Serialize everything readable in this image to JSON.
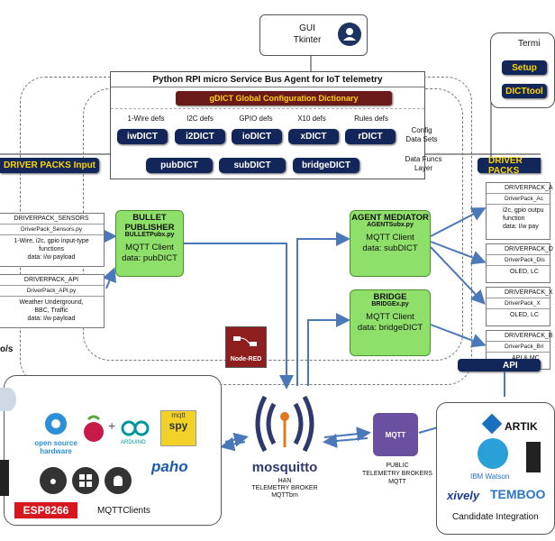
{
  "gui": {
    "title_line1": "GUI",
    "title_line2": "Tkinter"
  },
  "agent": {
    "title": "Python RPI micro Service Bus Agent for IoT telemetry",
    "gdict": "gDICT Global Configuration Dictionary",
    "config_headers": [
      "1-Wire defs",
      "I2C defs",
      "GPIO defs",
      "X10 defs",
      "Rules defs"
    ],
    "config_dicts": [
      "iwDICT",
      "i2DICT",
      "ioDICT",
      "xDICT",
      "rDICT"
    ],
    "config_label": [
      "Config",
      "Data Sets"
    ],
    "func_dicts": [
      "pubDICT",
      "subDICT",
      "bridgeDICT"
    ],
    "func_label": [
      "Data Funcs",
      "Layer"
    ]
  },
  "terminal": {
    "title": "Termi",
    "btn1": "Setup",
    "btn2": "DICTtool"
  },
  "driver_packs_input": "DRIVER PACKS Input",
  "driver_packs_output": "DRIVER PACKS",
  "left_packs": [
    {
      "h1": "DRIVERPACK_SENSORS",
      "h2": "DriverPack_Sensors.py",
      "d": [
        "1-Wire, i2c, gpio input-type",
        "functions",
        "data: I/w payload"
      ]
    },
    {
      "h1": "DRIVERPACK_API",
      "h2": "DriverPack_API.py",
      "d": [
        "Weather Underground,",
        "BBC, Traffic",
        "data: I/w payload"
      ]
    }
  ],
  "right_packs": [
    {
      "h1": "DRIVERPACK_A",
      "h2": "DriverPack_Ac",
      "d": [
        "i2c, gpio outpu",
        "function",
        "data: I/w pay"
      ]
    },
    {
      "h1": "DRIVERPACK_D",
      "h2": "DriverPack_Dis",
      "d": [
        "OLED, LC"
      ]
    },
    {
      "h1": "DRIVERPACK_X",
      "h2": "DriverPack_X",
      "d": [
        "OLED, LC"
      ]
    },
    {
      "h1": "DRIVERPACK_B",
      "h2": "DriverPack_Bri",
      "d": [
        "API & MC"
      ]
    }
  ],
  "bullet": {
    "title": "BULLET PUBLISHER",
    "file": "BULLETPubx.py",
    "line1": "MQTT Client",
    "line2": "data: pubDICT"
  },
  "mediator": {
    "title": "AGENT MEDIATOR",
    "file": "AGENTSubx.py",
    "line1": "MQTT Client",
    "line2": "data: subDICT"
  },
  "bridge": {
    "title": "BRIDGE",
    "file": "BRIDGEx.py",
    "line1": "MQTT Client",
    "line2": "data: bridgeDICT"
  },
  "nodered": "Node-RED",
  "os_label": "o/s",
  "api_label": "API",
  "mosquitto": {
    "name": "mosquitto",
    "l1": "HAN",
    "l2": "TELEMETRY BROKER",
    "l3": "MQTTbm"
  },
  "public": {
    "logo": "MQTT",
    "l1": "PUBLIC",
    "l2": "TELEMETRY BROKERS",
    "l3": "MQTT"
  },
  "clients": {
    "osh1": "open source",
    "osh2": "hardware",
    "arduino": "ARDUINO",
    "mqtt": "mqtt",
    "spy": "spy",
    "paho": "paho",
    "esp": "ESP8266",
    "label": "MQTTClients"
  },
  "integrations": {
    "artik": "ARTIK",
    "watson": "IBM Watson",
    "xively": "xively",
    "temboo": "TEMBOO",
    "label": "Candidate Integration"
  },
  "colors": {
    "navy": "#13265a",
    "yellow": "#ffd400",
    "green": "#8ee06a",
    "maroon": "#6b1a1a",
    "arrow": "#4a78b8"
  }
}
